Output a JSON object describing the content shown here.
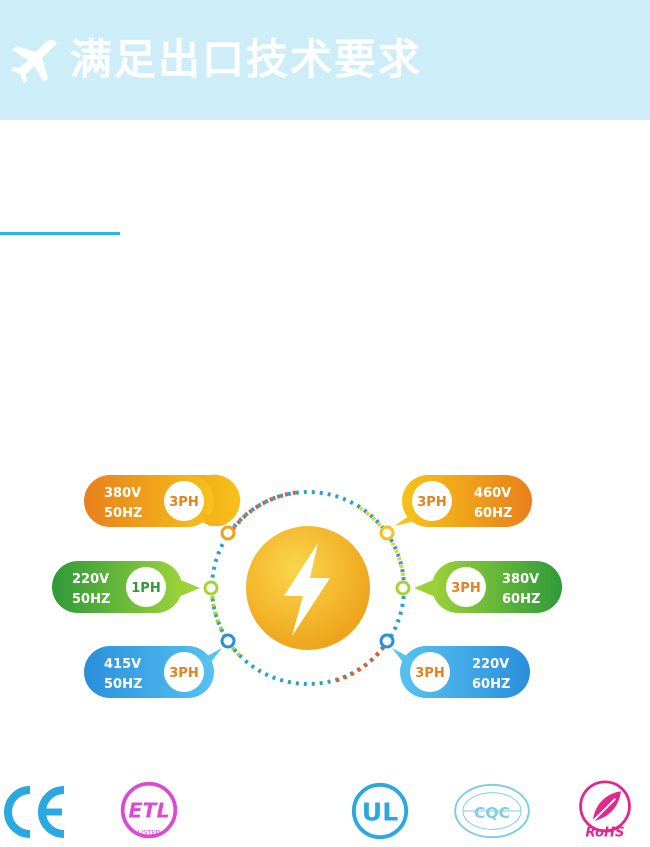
{
  "header": {
    "title": "满足出口技术要求",
    "icon": "airplane-icon"
  },
  "colors": {
    "header_bg": "#cdeef9",
    "accent": "#27b7ea",
    "orange": "#f0a21a",
    "green": "#5cc12a",
    "blue": "#35a6e8"
  },
  "power_specs": [
    {
      "voltage": "380V",
      "frequency": "50HZ",
      "phase": "3PH",
      "side": "left",
      "color": "orange"
    },
    {
      "voltage": "220V",
      "frequency": "50HZ",
      "phase": "1PH",
      "side": "left",
      "color": "green"
    },
    {
      "voltage": "415V",
      "frequency": "50HZ",
      "phase": "3PH",
      "side": "left",
      "color": "blue"
    },
    {
      "voltage": "460V",
      "frequency": "60HZ",
      "phase": "3PH",
      "side": "right",
      "color": "orange"
    },
    {
      "voltage": "380V",
      "frequency": "60HZ",
      "phase": "3PH",
      "side": "right",
      "color": "green"
    },
    {
      "voltage": "220V",
      "frequency": "60HZ",
      "phase": "3PH",
      "side": "right",
      "color": "blue"
    }
  ],
  "center_icon": "lightning-bolt-icon",
  "certifications": [
    {
      "name": "CE",
      "icon": "ce-mark-icon"
    },
    {
      "name": "ETL",
      "icon": "etl-listed-icon",
      "sub": "LISTED"
    },
    {
      "name": "UL",
      "icon": "ul-mark-icon"
    },
    {
      "name": "CQC",
      "icon": "cqc-mark-icon"
    },
    {
      "name": "RoHS",
      "icon": "rohs-mark-icon"
    }
  ]
}
